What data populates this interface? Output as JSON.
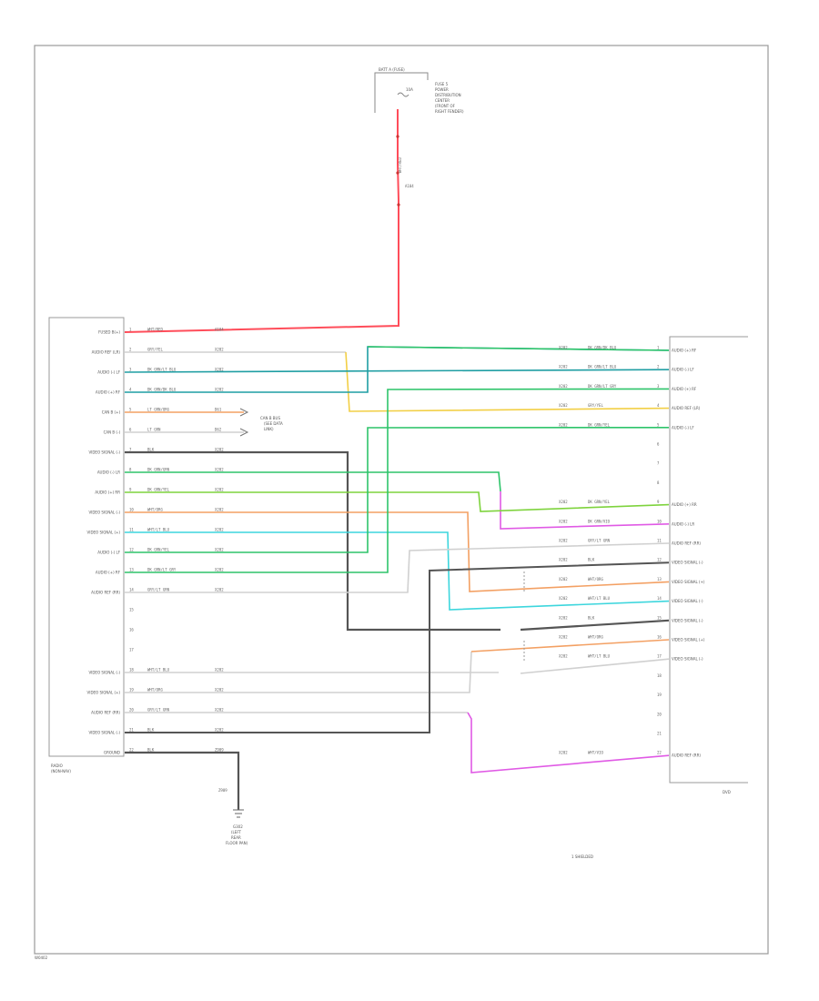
{
  "diagram": {
    "corner_code": "W0402",
    "fuse": {
      "title": "BATT A (FUSE)",
      "lines": [
        "FUSE 5",
        "10A",
        "POWER",
        "DISTRIBUTION",
        "CENTER",
        "(FRONT OF",
        "RIGHT FENDER)"
      ],
      "wire": "WHT/RED",
      "circuit": "A104"
    },
    "left_module": {
      "name_lines": [
        "RADIO",
        "(NON-NAV)"
      ],
      "pins": [
        {
          "label": "FUSED B(+)",
          "pin": "1",
          "color": "WHT/RED",
          "circuit": "A104"
        },
        {
          "label": "AUDIO REF (LR)",
          "pin": "2",
          "color": "GRY/YEL",
          "circuit": "X202"
        },
        {
          "label": "AUDIO (-) LF",
          "pin": "3",
          "color": "DK GRN/LT BLU",
          "circuit": "X202"
        },
        {
          "label": "AUDIO (+) RF",
          "pin": "4",
          "color": "DK GRN/DK BLU",
          "circuit": "X202"
        },
        {
          "label": "CAN B (+)",
          "pin": "5",
          "color": "LT GRN/ORG",
          "circuit": "D61"
        },
        {
          "label": "CAN B (-)",
          "pin": "6",
          "color": "LT GRN",
          "circuit": "D62"
        },
        {
          "label": "VIDEO SIGNAL (-)",
          "pin": "7",
          "color": "BLK",
          "circuit": "X202"
        },
        {
          "label": "AUDIO (-) LR",
          "pin": "8",
          "color": "DK GRN/GRN",
          "circuit": "X202"
        },
        {
          "label": "AUDIO (+) RR",
          "pin": "9",
          "color": "DK GRN/YEL",
          "circuit": "X202"
        },
        {
          "label": "VIDEO SIGNAL (-)",
          "pin": "10",
          "color": "WHT/ORG",
          "circuit": "X202"
        },
        {
          "label": "VIDEO SIGNAL (+)",
          "pin": "11",
          "color": "WHT/LT BLU",
          "circuit": "X202"
        },
        {
          "label": "AUDIO (-) LF",
          "pin": "12",
          "color": "DK GRN/YEL",
          "circuit": "X202"
        },
        {
          "label": "AUDIO (+) RF",
          "pin": "13",
          "color": "DK GRN/LT GRY",
          "circuit": "X202"
        },
        {
          "label": "AUDIO REF (RR)",
          "pin": "14",
          "color": "GRY/LT GRN",
          "circuit": "X202"
        },
        {
          "label": "",
          "pin": "15",
          "color": "",
          "circuit": ""
        },
        {
          "label": "",
          "pin": "16",
          "color": "",
          "circuit": ""
        },
        {
          "label": "",
          "pin": "17",
          "color": "",
          "circuit": ""
        },
        {
          "label": "VIDEO SIGNAL (-)",
          "pin": "18",
          "color": "WHT/LT BLU",
          "circuit": "X202"
        },
        {
          "label": "VIDEO SIGNAL (+)",
          "pin": "19",
          "color": "WHT/ORG",
          "circuit": "X202"
        },
        {
          "label": "AUDIO REF (RR)",
          "pin": "20",
          "color": "GRY/LT GRN",
          "circuit": "X202"
        },
        {
          "label": "VIDEO SIGNAL (-)",
          "pin": "21",
          "color": "BLK",
          "circuit": "X202"
        },
        {
          "label": "GROUND",
          "pin": "22",
          "color": "BLK",
          "circuit": "Z909"
        }
      ]
    },
    "can_note": [
      "CAN B BUS",
      "(SEE DATA",
      "LINK)"
    ],
    "ground": {
      "circuit": "Z909",
      "lines": [
        "G302",
        "(LEFT",
        "REAR",
        "FLOOR PAN)"
      ]
    },
    "right_module": {
      "name": "DVD",
      "pins": [
        {
          "label": "AUDIO (+) RF",
          "pin": "1",
          "color": "DK GRN/DK BLU",
          "circuit": "X202"
        },
        {
          "label": "AUDIO (-) LF",
          "pin": "2",
          "color": "DK GRN/LT BLU",
          "circuit": "X202"
        },
        {
          "label": "AUDIO (+) RF",
          "pin": "3",
          "color": "DK GRN/LT GRY",
          "circuit": "X202"
        },
        {
          "label": "AUDIO REF (LR)",
          "pin": "4",
          "color": "GRY/YEL",
          "circuit": "X202"
        },
        {
          "label": "AUDIO (-) LF",
          "pin": "5",
          "color": "DK GRN/YEL",
          "circuit": "X202"
        },
        {
          "label": "",
          "pin": "6",
          "color": "",
          "circuit": ""
        },
        {
          "label": "",
          "pin": "7",
          "color": "",
          "circuit": ""
        },
        {
          "label": "",
          "pin": "8",
          "color": "",
          "circuit": ""
        },
        {
          "label": "AUDIO (+) RR",
          "pin": "9",
          "color": "DK GRN/YEL",
          "circuit": "X202"
        },
        {
          "label": "AUDIO (-) LR",
          "pin": "10",
          "color": "DK GRN/VIO",
          "circuit": "X202"
        },
        {
          "label": "AUDIO REF (RR)",
          "pin": "11",
          "color": "GRY/LT GRN",
          "circuit": "X202"
        },
        {
          "label": "VIDEO SIGNAL (-)",
          "pin": "12",
          "color": "BLK",
          "circuit": "X202"
        },
        {
          "label": "VIDEO SIGNAL (+)",
          "pin": "13",
          "color": "WHT/ORG",
          "circuit": "X202"
        },
        {
          "label": "VIDEO SIGNAL (-)",
          "pin": "14",
          "color": "WHT/LT BLU",
          "circuit": "X202"
        },
        {
          "label": "VIDEO SIGNAL (-)",
          "pin": "15",
          "color": "BLK",
          "circuit": "X202"
        },
        {
          "label": "VIDEO SIGNAL (+)",
          "pin": "16",
          "color": "WHT/ORG",
          "circuit": "X202"
        },
        {
          "label": "VIDEO SIGNAL (-)",
          "pin": "17",
          "color": "WHT/LT BLU",
          "circuit": "X202"
        },
        {
          "label": "",
          "pin": "18",
          "color": "",
          "circuit": ""
        },
        {
          "label": "",
          "pin": "19",
          "color": "",
          "circuit": ""
        },
        {
          "label": "",
          "pin": "20",
          "color": "",
          "circuit": ""
        },
        {
          "label": "",
          "pin": "21",
          "color": "",
          "circuit": ""
        },
        {
          "label": "AUDIO REF (RR)",
          "pin": "22",
          "color": "WHT/VIO",
          "circuit": "X202"
        }
      ]
    },
    "shield_note": "1 SHIELDED",
    "colors": {
      "red": "#ff4d5a",
      "green": "#2ec46a",
      "teal": "#1f9ea3",
      "yellow": "#f2cf45",
      "orange": "#f3a063",
      "cyan": "#3dd6dd",
      "magenta": "#e05ae5",
      "lime": "#7ed33d",
      "light": "#d0d0d0",
      "black": "#555555"
    }
  }
}
